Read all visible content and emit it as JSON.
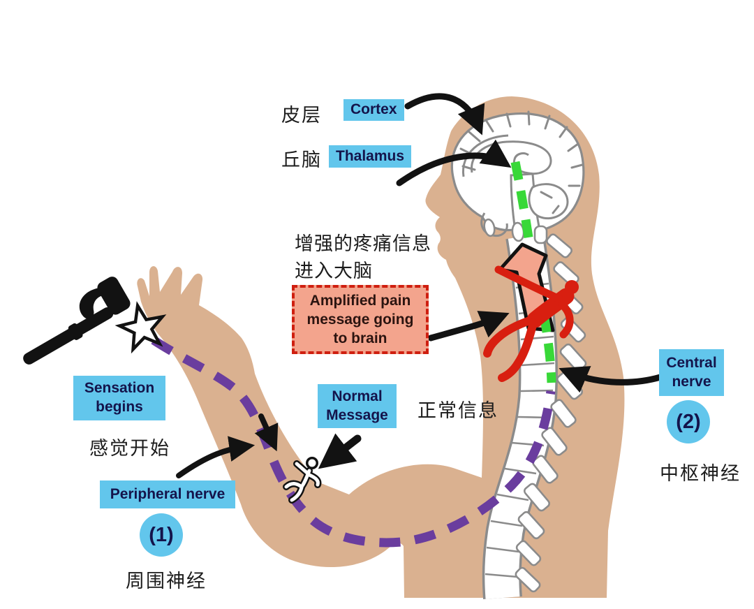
{
  "title": "Pain pathway diagram (hammer to brain)",
  "labels": {
    "cortex": {
      "cn": "皮层",
      "en": "Cortex"
    },
    "thalamus": {
      "cn": "丘脑",
      "en": "Thalamus"
    },
    "amplified": {
      "cn_line1": "增强的疼痛信息",
      "cn_line2": "进入大脑",
      "en": "Amplified pain message going to brain"
    },
    "sensation": {
      "en": "Sensation begins",
      "cn": "感觉开始"
    },
    "normal": {
      "en": "Normal Message",
      "cn": "正常信息"
    },
    "peripheral": {
      "en": "Peripheral nerve",
      "number": "(1)",
      "cn": "周围神经"
    },
    "central": {
      "en": "Central nerve",
      "number": "(2)",
      "cn": "中枢神经"
    }
  },
  "icons": {
    "hammer": "hammer-icon",
    "impact_star": "impact-star-icon",
    "pain_figure": "pain-figure-icon",
    "normal_figure": "normal-signal-figure-icon",
    "amplified_arrow": "amplified-signal-arrow-icon"
  },
  "colors": {
    "skin": "#dab190",
    "label_blue": "#62c6ec",
    "label_text": "#14144b",
    "peripheral_nerve_purple": "#6a3d9e",
    "central_nerve_green": "#38d838",
    "pain_red": "#d81f10",
    "amplified_salmon": "#f3a48d",
    "amplified_border": "#cf1f10",
    "outline_gray": "#8b8b8b",
    "arrow_black": "#121212"
  }
}
